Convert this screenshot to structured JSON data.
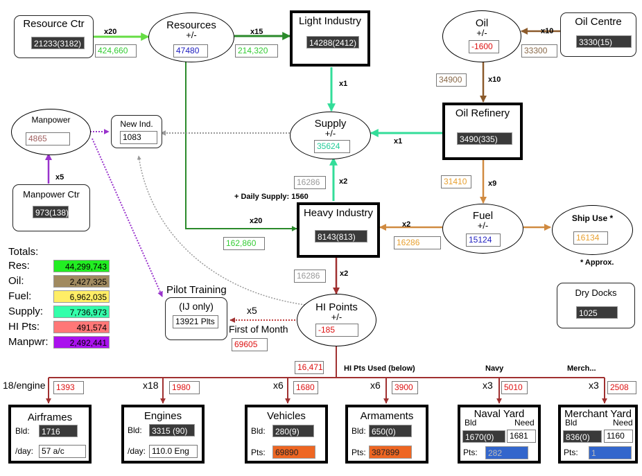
{
  "nodes": {
    "resource_ctr": {
      "title": "Resource Ctr",
      "value": "21233(3182)"
    },
    "resources": {
      "title": "Resources",
      "sub": "+/-",
      "value": "47480"
    },
    "light_industry": {
      "title": "Light Industry",
      "value": "14288(2412)"
    },
    "oil": {
      "title": "Oil",
      "sub": "+/-",
      "value": "-1600"
    },
    "oil_centre": {
      "title": "Oil Centre",
      "value": "3330(15)"
    },
    "manpower": {
      "title": "Manpower",
      "value": "4865"
    },
    "new_ind": {
      "title": "New Ind.",
      "value": "1083"
    },
    "supply": {
      "title": "Supply",
      "sub": "+/-",
      "value": "35624"
    },
    "oil_refinery": {
      "title": "Oil Refinery",
      "value": "3490(335)"
    },
    "manpower_ctr": {
      "title": "Manpower Ctr",
      "value": "973(138)"
    },
    "heavy_industry": {
      "title": "Heavy Industry",
      "value": "8143(813)"
    },
    "fuel": {
      "title": "Fuel",
      "sub": "+/-",
      "value": "15124"
    },
    "ship_use": {
      "title": "Ship Use *",
      "value": "16134"
    },
    "pilot_training": {
      "title": "Pilot Training",
      "sub": "(IJ only)",
      "value": "13921 Plts"
    },
    "hi_points": {
      "title": "HI Points",
      "sub": "+/-",
      "value": "-185"
    },
    "dry_docks": {
      "title": "Dry Docks",
      "value": "1025"
    }
  },
  "flows": {
    "res_ctr_to_res": {
      "mult": "x20",
      "value": "424,660"
    },
    "res_to_li": {
      "mult": "x15",
      "value": "214,320"
    },
    "oil_ctr_to_oil": {
      "mult": "x10",
      "value": "33300"
    },
    "oil_to_ref": {
      "mult": "x10",
      "value": "34900"
    },
    "li_to_supply": {
      "mult": "x1"
    },
    "ref_to_supply": {
      "mult": "x1"
    },
    "hi_to_supply": {
      "mult": "x2",
      "value": "16286"
    },
    "ref_to_fuel": {
      "mult": "x9",
      "value": "31410"
    },
    "manpower_ctr": {
      "mult": "x5"
    },
    "res_to_hi": {
      "mult": "x20",
      "value": "162,860"
    },
    "fuel_to_hi": {
      "mult": "x2",
      "value": "16286"
    },
    "hi_to_hip": {
      "mult": "x2",
      "value": "16286"
    },
    "hip_to_pilot": {
      "mult": "x5"
    },
    "hi_points_used": "16,471"
  },
  "notes": {
    "daily_supply": "+ Daily Supply: 1560",
    "approx": "* Approx.",
    "first_of_month": "First of Month",
    "first_of_month_value": "69605",
    "hi_pts_used": "HI Pts Used (below)",
    "navy": "Navy",
    "merch": "Merch..."
  },
  "totals": {
    "heading": "Totals:",
    "rows": [
      {
        "label": "Res:",
        "value": "44,299,743",
        "color": "#22ee22"
      },
      {
        "label": "Oil:",
        "value": "2,427,325",
        "color": "#a08a60"
      },
      {
        "label": "Fuel:",
        "value": "6,962,035",
        "color": "#ffee66"
      },
      {
        "label": "Supply:",
        "value": "7,736,973",
        "color": "#33ffaa"
      },
      {
        "label": "HI Pts:",
        "value": "491,574",
        "color": "#ff7777"
      },
      {
        "label": "Manpwr:",
        "value": "2,492,441",
        "color": "#aa11ee"
      }
    ]
  },
  "production": {
    "airframes": {
      "branch_mult": "18/engine",
      "branch_value": "1393",
      "title": "Airframes",
      "bld_label": "Bld:",
      "bld_value": "1716",
      "rate_label": "/day:",
      "rate_value": "57 a/c"
    },
    "engines": {
      "branch_mult": "x18",
      "branch_value": "1980",
      "title": "Engines",
      "bld_label": "Bld:",
      "bld_value": "3315 (90)",
      "rate_label": "/day:",
      "rate_value": "110.0 Eng"
    },
    "vehicles": {
      "branch_mult": "x6",
      "branch_value": "1680",
      "title": "Vehicles",
      "bld_label": "Bld:",
      "bld_value": "280(9)",
      "pts_label": "Pts:",
      "pts_value": "69890"
    },
    "armaments": {
      "branch_mult": "x6",
      "branch_value": "3900",
      "title": "Armaments",
      "bld_label": "Bld:",
      "bld_value": "650(0)",
      "pts_label": "Pts:",
      "pts_value": "387899"
    },
    "naval_yard": {
      "branch_mult": "x3",
      "branch_value": "5010",
      "title": "Naval Yard",
      "bld_label": "Bld",
      "need_label": "Need",
      "bld_value": "1670(0)",
      "need_value": "1681",
      "pts_label": "Pts:",
      "pts_value": "282"
    },
    "merchant_yard": {
      "branch_mult": "x3",
      "branch_value": "2508",
      "title": "Merchant Yard",
      "bld_label": "Bld",
      "need_label": "Need",
      "bld_value": "836(0)",
      "need_value": "1160",
      "pts_label": "Pts:",
      "pts_value": "1"
    }
  }
}
